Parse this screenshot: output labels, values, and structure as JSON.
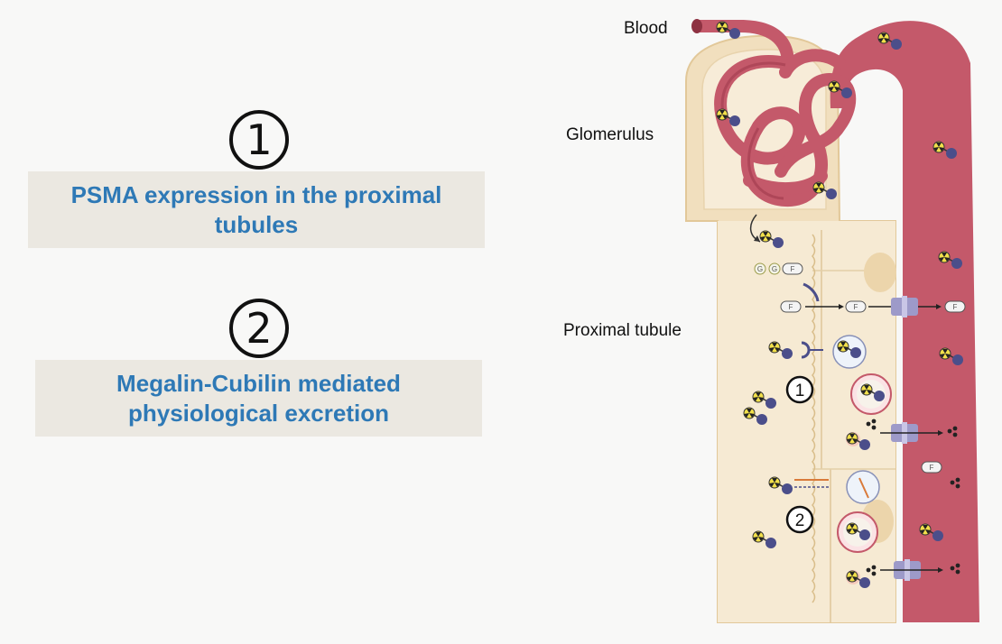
{
  "points": [
    {
      "number": "1",
      "line1": "PSMA expression in the proximal",
      "line2": "tubules"
    },
    {
      "number": "2",
      "line1": "Megalin-Cubilin mediated",
      "line2": "physiological excretion"
    }
  ],
  "diagram": {
    "label_blood": "Blood",
    "label_glomerulus": "Glomerulus",
    "label_proximal_tubule": "Proximal tubule",
    "marker_1": "1",
    "marker_2": "2",
    "token_g": "G",
    "token_f": "F"
  },
  "colors": {
    "accent_text": "#2e79b6",
    "box_bg": "#ebe8e1",
    "vessel": "#c4596a",
    "tubule": "#f1dfbe",
    "molecule": "#4b4e8a",
    "transporter": "#9d9ac9"
  }
}
